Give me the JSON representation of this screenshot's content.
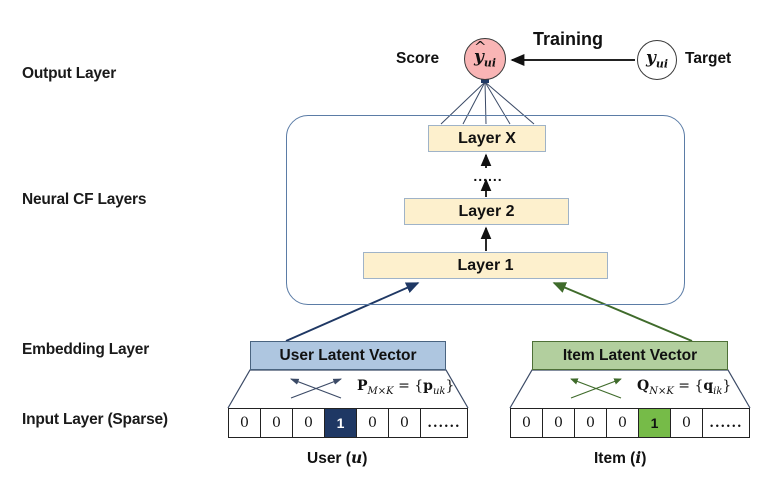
{
  "rows": {
    "output": "Output Layer",
    "neural_cf": "Neural CF Layers",
    "embedding": "Embedding Layer",
    "input": "Input Layer (Sparse)"
  },
  "output_layer": {
    "score_label": "Score",
    "score_symbol": "y",
    "score_hat": "^",
    "score_subscript": "ui",
    "training_label": "Training",
    "target_symbol": "y",
    "target_subscript": "ui",
    "target_label": "Target",
    "score_fill": "#f9b5b5",
    "target_fill": "#ffffff"
  },
  "neural_cf": {
    "layers": [
      {
        "label": "Layer X",
        "name": "layer-x"
      },
      {
        "label": "Layer 2",
        "name": "layer-2"
      },
      {
        "label": "Layer 1",
        "name": "layer-1"
      }
    ],
    "ellipsis": "......",
    "box_fill": "#fdf0cd",
    "box_border": "#9fb3c8",
    "container_border": "#5b7ca6"
  },
  "embedding": {
    "user": {
      "label": "User Latent Vector",
      "fill": "#aec6e0",
      "matrix_symbol": "P",
      "matrix_dims": "M×K",
      "matrix_equals": "=",
      "matrix_entry": "p",
      "matrix_entry_sub": "uk"
    },
    "item": {
      "label": "Item Latent Vector",
      "fill": "#b2cf9e",
      "matrix_symbol": "Q",
      "matrix_dims": "N×K",
      "matrix_equals": "=",
      "matrix_entry": "q",
      "matrix_entry_sub": "ik"
    }
  },
  "input_layer": {
    "user": {
      "cells": [
        "0",
        "0",
        "0",
        "1",
        "0",
        "0"
      ],
      "hot_index": 3,
      "overflow": "......",
      "caption_prefix": "User (",
      "caption_symbol": "u",
      "caption_suffix": ")",
      "hot_fill": "#1f3864",
      "hot_text": "#ffffff"
    },
    "item": {
      "cells": [
        "0",
        "0",
        "0",
        "0",
        "1",
        "0"
      ],
      "hot_index": 4,
      "overflow": "......",
      "caption_prefix": "Item (",
      "caption_symbol": "i",
      "caption_suffix": ")",
      "hot_fill": "#76bb48",
      "hot_text": "#111111"
    }
  },
  "connectors": {
    "user_arrow_color": "#1f3864",
    "item_arrow_color": "#3f6b2b",
    "fanout_color": "#3b4a66",
    "stack_arrow_color": "#111111",
    "training_arrow_color": "#222222"
  }
}
